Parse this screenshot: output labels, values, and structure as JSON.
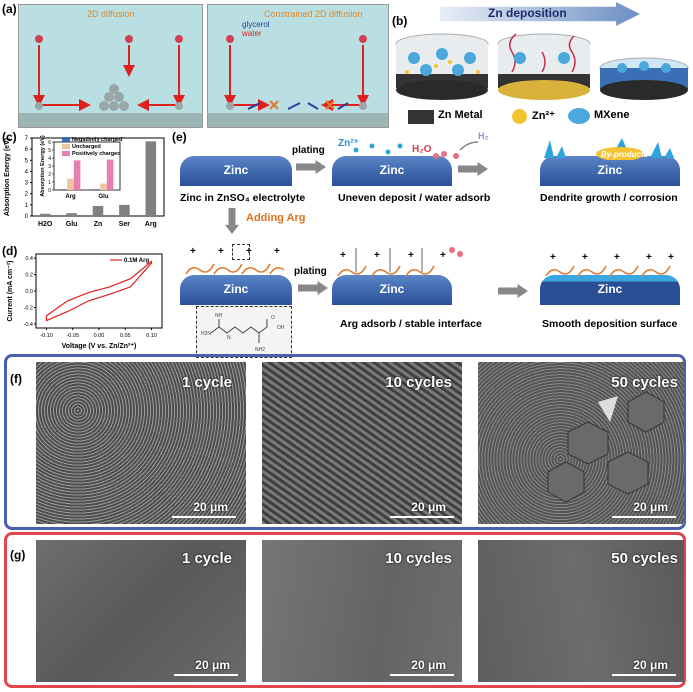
{
  "panel_a": {
    "label": "(a)",
    "left_title": "2D diffusion",
    "right_title": "Constrained 2D diffusion",
    "legend_glycerol": "glycerol",
    "legend_water": "water"
  },
  "panel_b": {
    "label": "(b)",
    "arrow_text": "Zn deposition",
    "legend": [
      "Zn Metal",
      "Zn²⁺",
      "MXene"
    ]
  },
  "panel_c": {
    "label": "(c)",
    "chart_data": [
      {
        "type": "bar",
        "ylabel": "Absorption Energy (eV)",
        "categories": [
          "H2O",
          "Glu",
          "Zn",
          "Ser",
          "Arg"
        ],
        "values": [
          0.2,
          0.25,
          0.9,
          1.0,
          6.7
        ],
        "ylim": [
          0,
          7
        ],
        "yticks": [
          "0",
          "1",
          "2",
          "3",
          "4",
          "5",
          "6",
          "7"
        ],
        "color": "#808080"
      },
      {
        "type": "bar",
        "ylabel": "Absorption Energy (eV)",
        "categories": [
          "Arg",
          "Glu"
        ],
        "series": [
          {
            "name": "Negatively charged",
            "values": [
              0.1,
              0.1
            ],
            "color": "#3d6bb3"
          },
          {
            "name": "Uncharged",
            "values": [
              1.4,
              0.8
            ],
            "color": "#f2c3a0"
          },
          {
            "name": "Positively charged",
            "values": [
              3.7,
              3.8
            ],
            "color": "#e77fb0"
          }
        ],
        "ylim": [
          0,
          6
        ],
        "yticks": [
          "0",
          "1",
          "2",
          "3",
          "4",
          "5",
          "6"
        ]
      }
    ]
  },
  "panel_d": {
    "label": "(d)",
    "chart_data": {
      "type": "line",
      "legend": "0.1M Arg",
      "xlabel": "Voltage (V vs. Zn/Zn²⁺)",
      "ylabel": "Current (mA cm⁻²)",
      "xticks": [
        "-0.10",
        "-0.05",
        "0.00",
        "0.05",
        "0.10"
      ],
      "yticks": [
        "-0.4",
        "-0.2",
        "0.0",
        "0.2",
        "0.4"
      ],
      "xlim": [
        -0.12,
        0.12
      ],
      "ylim": [
        -0.45,
        0.45
      ],
      "upper": [
        [
          -0.1,
          -0.3
        ],
        [
          -0.06,
          -0.12
        ],
        [
          -0.02,
          -0.02
        ],
        [
          0.02,
          0.05
        ],
        [
          0.06,
          0.15
        ],
        [
          0.1,
          0.36
        ]
      ],
      "lower": [
        [
          -0.1,
          -0.36
        ],
        [
          -0.06,
          -0.25
        ],
        [
          -0.02,
          -0.12
        ],
        [
          0.02,
          -0.04
        ],
        [
          0.06,
          0.05
        ],
        [
          0.1,
          0.34
        ]
      ],
      "color": "#e02020"
    }
  },
  "panel_e": {
    "label": "(e)",
    "zinc": "Zinc",
    "plating": "plating",
    "adding_arg": "Adding Arg",
    "zn2": "Zn²⁺",
    "h2o": "H₂O",
    "h2": "H₂",
    "byproducts": "By-products",
    "captions": [
      "Zinc in ZnSO₄ electrolyte",
      "Uneven deposit / water adsorb",
      "Dendrite growth / corrosion",
      "Arg adsorb / stable interface",
      "Smooth deposition surface"
    ]
  },
  "panel_f": {
    "label": "(f)",
    "cycles": [
      "1 cycle",
      "10 cycles",
      "50 cycles"
    ],
    "scale": "20 μm",
    "border": "#4a5fb0"
  },
  "panel_g": {
    "label": "(g)",
    "cycles": [
      "1 cycle",
      "10 cycles",
      "50 cycles"
    ],
    "scale": "20 μm",
    "border": "#e0474c"
  }
}
